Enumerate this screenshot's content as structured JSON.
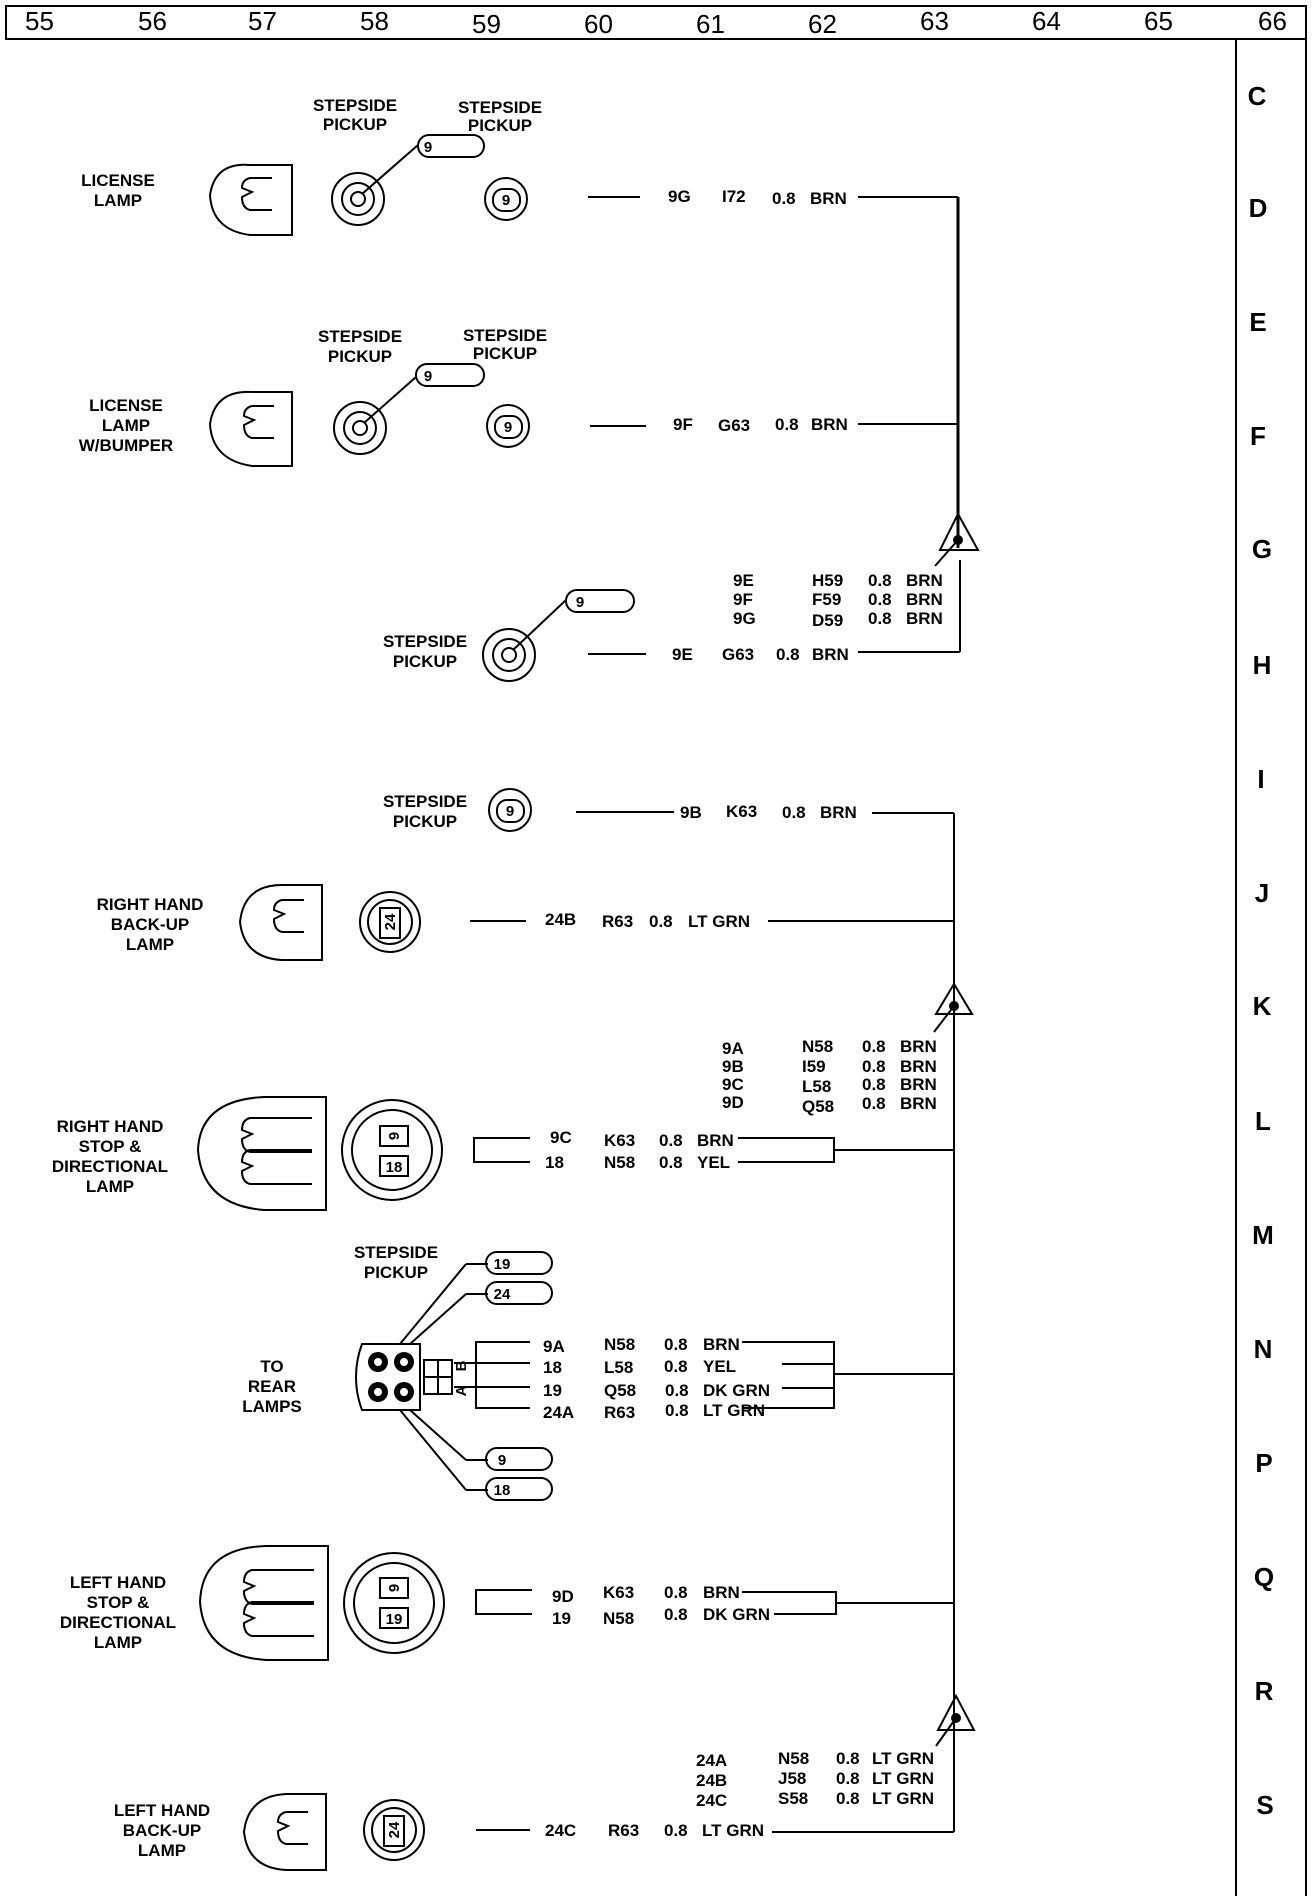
{
  "grid_columns": [
    "55",
    "56",
    "57",
    "58",
    "59",
    "60",
    "61",
    "62",
    "63",
    "64",
    "65",
    "66"
  ],
  "grid_rows": [
    "C",
    "D",
    "E",
    "F",
    "G",
    "H",
    "I",
    "J",
    "K",
    "L",
    "M",
    "N",
    "P",
    "Q",
    "R",
    "S"
  ],
  "labels": {
    "license_lamp": [
      "LICENSE",
      "LAMP"
    ],
    "license_lamp_bumper": [
      "LICENSE",
      "LAMP",
      "W/BUMPER"
    ],
    "stepside_pickup": [
      "STEPSIDE",
      "PICKUP"
    ],
    "rh_backup": [
      "RIGHT HAND",
      "BACK-UP",
      "LAMP"
    ],
    "rh_stop": [
      "RIGHT HAND",
      "STOP &",
      "DIRECTIONAL",
      "LAMP"
    ],
    "to_rear": [
      "TO",
      "REAR",
      "LAMPS"
    ],
    "lh_stop": [
      "LEFT HAND",
      "STOP &",
      "DIRECTIONAL",
      "LAMP"
    ],
    "lh_backup": [
      "LEFT HAND",
      "BACK-UP",
      "LAMP"
    ]
  },
  "connector_pins": {
    "p9": "9",
    "p24": "24",
    "p19": "19",
    "p18": "18",
    "p18b": "18",
    "side_a": "A",
    "side_b": "B"
  },
  "wires": {
    "d": {
      "pin": "9G",
      "circuit": "I72",
      "size": "0.8",
      "color": "BRN"
    },
    "f": {
      "pin": "9F",
      "circuit": "G63",
      "size": "0.8",
      "color": "BRN"
    },
    "g_splice": [
      {
        "pin": "9E",
        "circuit": "H59",
        "size": "0.8",
        "color": "BRN"
      },
      {
        "pin": "9F",
        "circuit": "F59",
        "size": "0.8",
        "color": "BRN"
      },
      {
        "pin": "9G",
        "circuit": "D59",
        "size": "0.8",
        "color": "BRN"
      }
    ],
    "h": {
      "pin": "9E",
      "circuit": "G63",
      "size": "0.8",
      "color": "BRN"
    },
    "i": {
      "pin": "9B",
      "circuit": "K63",
      "size": "0.8",
      "color": "BRN"
    },
    "j": {
      "pin": "24B",
      "circuit": "R63",
      "size": "0.8",
      "color": "LT GRN"
    },
    "k_splice": [
      {
        "pin": "9A",
        "circuit": "N58",
        "size": "0.8",
        "color": "BRN"
      },
      {
        "pin": "9B",
        "circuit": "I59",
        "size": "0.8",
        "color": "BRN"
      },
      {
        "pin": "9C",
        "circuit": "L58",
        "size": "0.8",
        "color": "BRN"
      },
      {
        "pin": "9D",
        "circuit": "Q58",
        "size": "0.8",
        "color": "BRN"
      }
    ],
    "l": [
      {
        "pin": "9C",
        "circuit": "K63",
        "size": "0.8",
        "color": "BRN"
      },
      {
        "pin": "18",
        "circuit": "N58",
        "size": "0.8",
        "color": "YEL"
      }
    ],
    "n": [
      {
        "pin": "9A",
        "circuit": "N58",
        "size": "0.8",
        "color": "BRN"
      },
      {
        "pin": "18",
        "circuit": "L58",
        "size": "0.8",
        "color": "YEL"
      },
      {
        "pin": "19",
        "circuit": "Q58",
        "size": "0.8",
        "color": "DK GRN"
      },
      {
        "pin": "24A",
        "circuit": "R63",
        "size": "0.8",
        "color": "LT GRN"
      }
    ],
    "q": [
      {
        "pin": "9D",
        "circuit": "K63",
        "size": "0.8",
        "color": "BRN"
      },
      {
        "pin": "19",
        "circuit": "N58",
        "size": "0.8",
        "color": "DK GRN"
      }
    ],
    "s_splice": [
      {
        "pin": "24A",
        "circuit": "N58",
        "size": "0.8",
        "color": "LT GRN"
      },
      {
        "pin": "24B",
        "circuit": "J58",
        "size": "0.8",
        "color": "LT GRN"
      },
      {
        "pin": "24C",
        "circuit": "S58",
        "size": "0.8",
        "color": "LT GRN"
      }
    ],
    "s": {
      "pin": "24C",
      "circuit": "R63",
      "size": "0.8",
      "color": "LT GRN"
    }
  }
}
